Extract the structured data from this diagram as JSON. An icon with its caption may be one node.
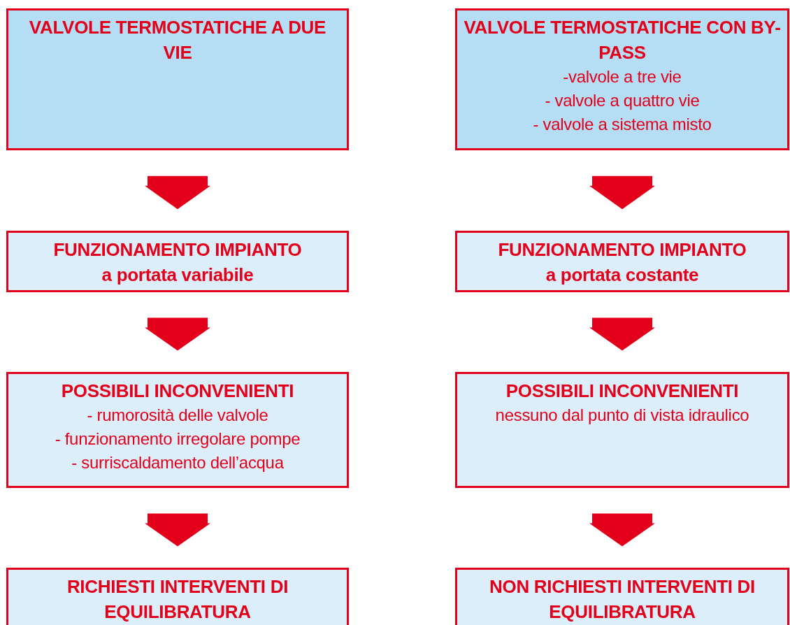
{
  "diagram": {
    "nodes": [
      {
        "text": [
          "VALVOLE TERMOSTATICHE A DUE VIE"
        ]
      },
      {
        "text": [
          "VALVOLE TERMOSTATICHE CON BY-PASS",
          "-valvole a tre vie",
          "- valvole a quattro vie",
          "- valvole a sistema misto"
        ]
      },
      {
        "text": [
          "FUNZIONAMENTO IMPIANTO",
          "a portata variabile"
        ]
      },
      {
        "text": [
          "FUNZIONAMENTO IMPIANTO",
          "a portata costante"
        ]
      },
      {
        "text": [
          "POSSIBILI INCONVENIENTI",
          "- rumorosità delle valvole",
          "- funzionamento irregolare pompe",
          "- surriscaldamento dell’acqua"
        ]
      },
      {
        "text": [
          "POSSIBILI INCONVENIENTI",
          "nessuno dal punto di vista idraulico"
        ]
      },
      {
        "text": [
          "RICHIESTI INTERVENTI DI EQUILIBRATURA"
        ]
      },
      {
        "text": [
          "NON RICHIESTI INTERVENTI DI EQUILIBRATURA"
        ]
      }
    ],
    "edges": [
      {
        "from": 0,
        "to": 2,
        "arrow": "to",
        "style": "thick"
      },
      {
        "from": 1,
        "to": 3,
        "arrow": "to",
        "style": "thick"
      },
      {
        "from": 2,
        "to": 4,
        "arrow": "to",
        "style": "thick"
      },
      {
        "from": 3,
        "to": 5,
        "arrow": "to",
        "style": "thick"
      },
      {
        "from": 4,
        "to": 6,
        "arrow": "to",
        "style": "thick"
      },
      {
        "from": 5,
        "to": 7,
        "arrow": "to",
        "style": "thick"
      }
    ]
  }
}
